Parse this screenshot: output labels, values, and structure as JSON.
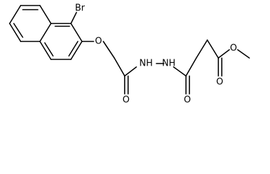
{
  "atoms": {
    "br": "Br",
    "o_ether": "O",
    "nh1": "NH",
    "nh2": "NH",
    "o_amide1": "O",
    "o_amide2": "O",
    "o_ester_carbonyl": "O",
    "o_ester": "O"
  },
  "colors": {
    "bond": "#000000",
    "label": "#000000",
    "background": "#ffffff"
  }
}
